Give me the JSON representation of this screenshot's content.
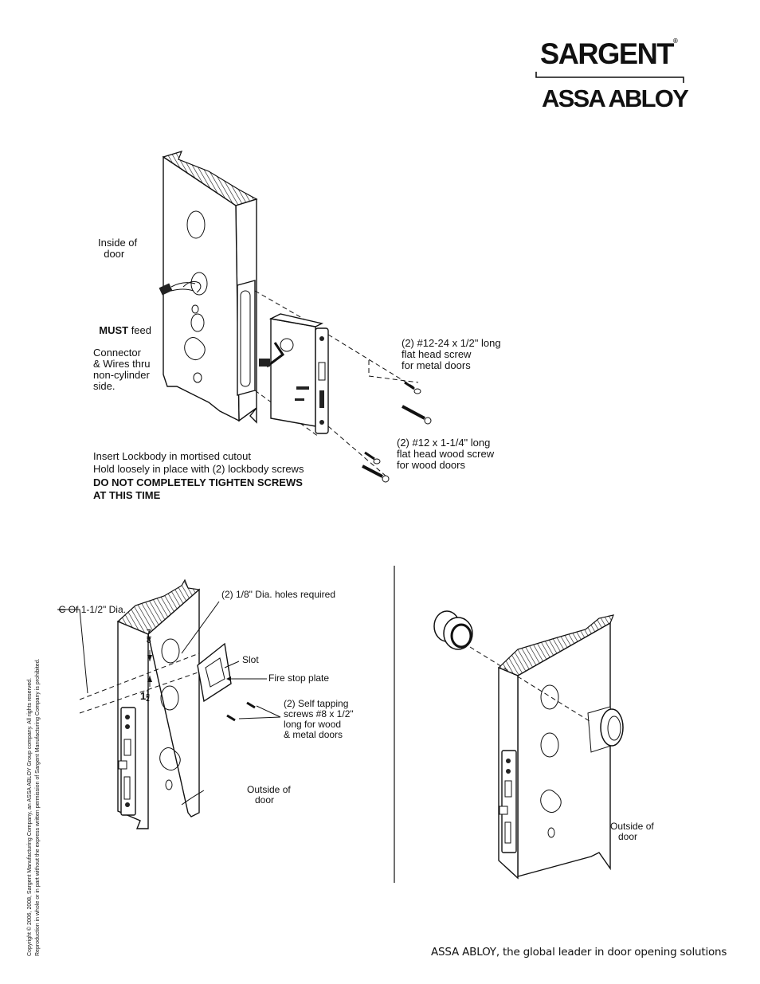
{
  "brand": {
    "sargent": "SARGENT",
    "registered": "®",
    "assa_abloy": "ASSA ABLOY"
  },
  "step1": {
    "inside_label": "Inside of\n  door",
    "must_bold": "MUST",
    "must_rest": " feed",
    "must_lines": "Connector\n& Wires thru\nnon-cylinder\nside.",
    "metal_screw": "(2) #12-24 x 1/2\" long\nflat head screw\nfor metal doors",
    "wood_screw": "(2) #12 x 1-1/4\" long\nflat head wood screw\nfor wood doors",
    "instr_1": "Insert Lockbody in mortised cutout",
    "instr_2": "Hold loosely in place with (2) lockbody screws",
    "instr_3": "DO NOT COMPLETELY TIGHTEN SCREWS",
    "instr_4": "AT THIS TIME"
  },
  "step2": {
    "centerline": "Of 1-1/2\" Dia.",
    "centerline_symbol": "C",
    "holes": "(2) 1/8\" Dia. holes required",
    "dim_top_num": "7",
    "dim_top_den": "8",
    "dim_bot_whole": "1",
    "dim_bot_num": "1",
    "dim_bot_den": "2",
    "slot": "Slot",
    "fire_stop": "Fire stop plate",
    "self_tapping": "(2) Self tapping\nscrews #8 x 1/2\"\nlong for wood\n& metal doors",
    "outside": "Outside of\n   door"
  },
  "step3": {
    "outside": "Outside of\n   door"
  },
  "footer": {
    "tagline": "ASSA ABLOY, the global leader in door opening solutions",
    "copyright_1": "Copyright © 2006, 2008, Sargent Manufacturing Company, an ASSA ABLOY Group company. All rights reserved.",
    "copyright_2": "Reproduction in whole or in part without the express written permission of Sargent Manufacturing Company is prohibited."
  }
}
